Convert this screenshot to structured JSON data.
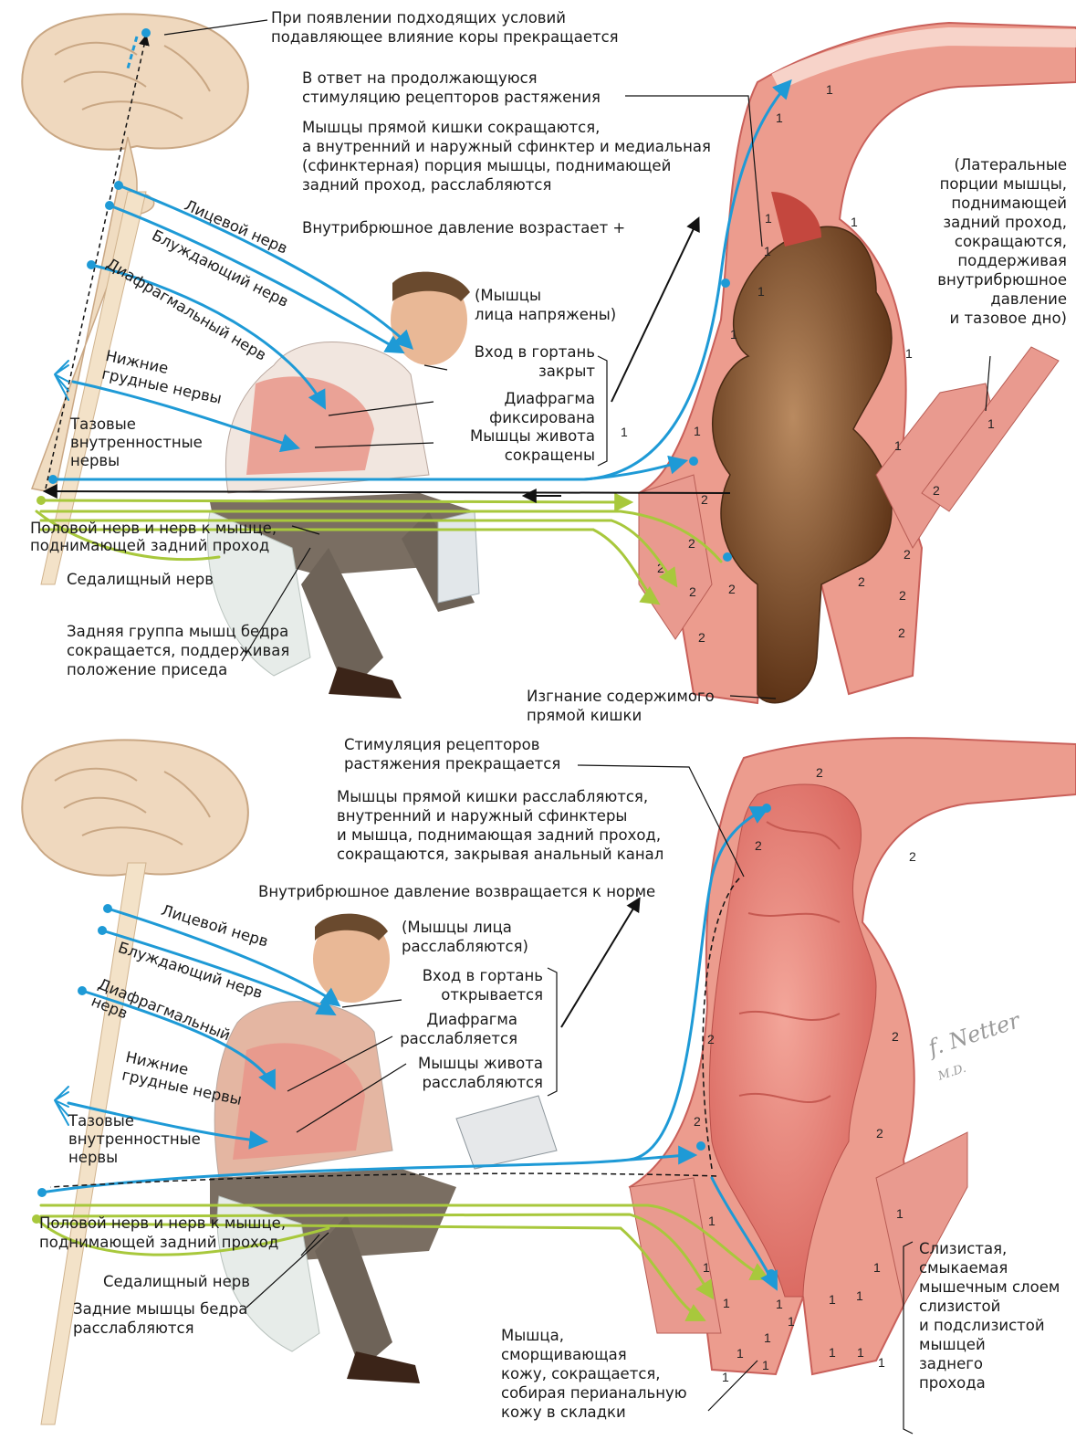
{
  "top": {
    "cortex": "При появлении подходящих условий\nподавляющее влияние коры прекращается",
    "stretch_continue": "В ответ на продолжающуюся\nстимуляцию рецепторов растяжения",
    "muscles_contract": "Мышцы прямой кишки сокращаются,\nа внутренний и наружный сфинктер и медиальная\n(сфинктерная) порция мышцы, поднимающей\nзадний проход, расслабляются",
    "pressure_up": "Внутрибрюшное давление возрастает +",
    "lateral": "(Латеральные\nпорции мышцы,\nподнимающей\nзадний проход,\nсокращаются,\nподдерживая\nвнутрибрюшное\nдавление\nи тазовое дно)",
    "facial_tense": "(Мышцы\nлица напряжены)",
    "larynx_closed": "Вход в гортань\nзакрыт",
    "diaphragm_fixed": "Диафрагма\nфиксирована",
    "abdomen_contracted": "Мышцы живота\nсокращены",
    "facial_nerve": "Лицевой нерв",
    "vagus_nerve": "Блуждающий нерв",
    "phrenic_nerve": "Диафрагмальный нерв",
    "thoracic_nerves": "Нижние\nгрудные нервы",
    "pelvic_nerves": "Тазовые\nвнутренностные\nнервы",
    "pudendal": "Половой нерв и нерв к мышце,\nподнимающей задний проход",
    "sciatic": "Седалищный нерв",
    "hamstrings": "Задняя группа мышц бедра\nсокращается, поддерживая\nположение приседа",
    "expulsion": "Изгнание содержимого\nпрямой кишки"
  },
  "bottom": {
    "stretch_stop": "Стимуляция рецепторов\nрастяжения прекращается",
    "muscles_relax": "Мышцы прямой кишки расслабляются,\nвнутренний и наружный сфинктеры\nи мышца, поднимающая задний проход,\nсокращаются, закрывая анальный канал",
    "pressure_norm": "Внутрибрюшное давление возвращается к норме",
    "facial_relax": "(Мышцы лица\nрасслабляются)",
    "larynx_open": "Вход в гортань\nоткрывается",
    "diaphragm_relax": "Диафрагма\nрасслабляется",
    "abdomen_relax": "Мышцы живота\nрасслабляются",
    "facial_nerve": "Лицевой нерв",
    "vagus_nerve": "Блуждающий нерв",
    "phrenic_nerve": "Диафрагмальный\nнерв",
    "thoracic_nerves": "Нижние\nгрудные нервы",
    "pelvic_nerves": "Тазовые\nвнутренностные\nнервы",
    "pudendal": "Половой нерв и нерв к мышце,\nподнимающей задний проход",
    "sciatic": "Седалищный нерв",
    "hamstrings": "Задние мышцы бедра\nрасслабляются",
    "corrugator": "Мышца,\nсморщивающая\nкожу, сокращается,\nсобирая перианальную\nкожу в складки",
    "mucosa": "Слизистая,\nсмыкаемая\nмышечным слоем\nслизистой\nи подслизистой\nмышцей\nзаднего\nпрохода"
  },
  "signature": "f. Netter M.D.",
  "colors": {
    "nerve_blue": "#1e9ad6",
    "nerve_green": "#a8c83c",
    "muscle": "#e8958a",
    "feces": "#8a5530",
    "bone": "#f2dcc0"
  }
}
